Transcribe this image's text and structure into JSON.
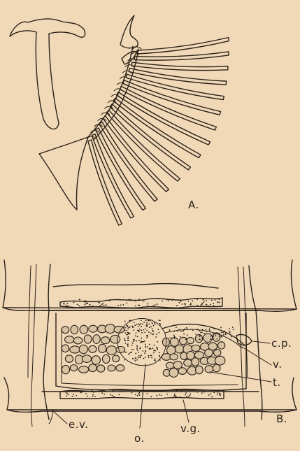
{
  "labels": {
    "panel_a": "A.",
    "panel_b": "B.",
    "cp": "c.p.",
    "v": "v.",
    "t": "t.",
    "ev": "e.v.",
    "o": "o.",
    "vg": "v.g."
  },
  "colors": {
    "paper": "#f1d9b8",
    "ink": "#2b2118"
  }
}
